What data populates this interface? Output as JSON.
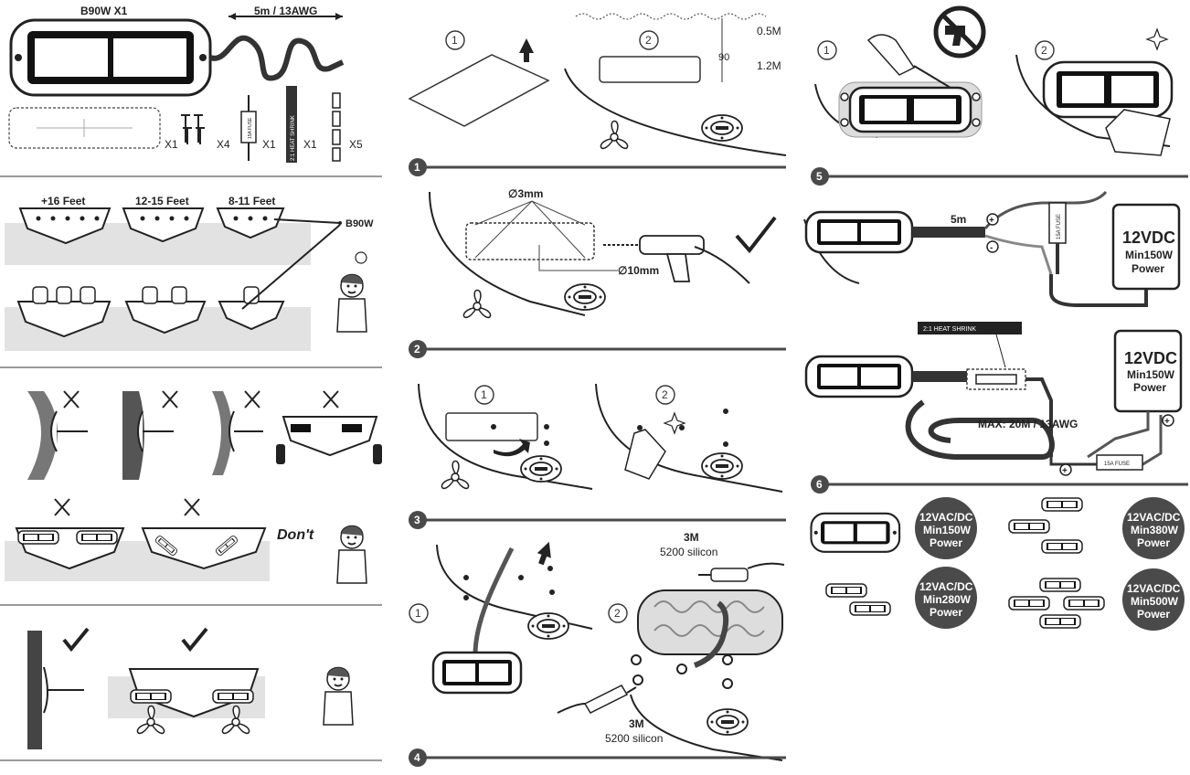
{
  "panel_left": {
    "kit": {
      "light_label": "B90W X1",
      "cable_label": "5m / 13AWG",
      "template_qty": "X1",
      "screws_qty": "X4",
      "fuse_qty": "X1",
      "fuse_text": "15A FUSE",
      "heatshrink_qty": "X1",
      "heatshrink_text": "2:1 HEAT SHRINK",
      "connectors_qty": "X5"
    },
    "spacing": {
      "labels": [
        "+16 Feet",
        "12-15 Feet",
        "8-11 Feet"
      ],
      "model": "B90W"
    },
    "dont_text": "Don't"
  },
  "panel_mid": {
    "step1": {
      "num": "1",
      "depth_top": "0.5M",
      "depth_bottom": "1.2M",
      "angle": "90"
    },
    "step2": {
      "num": "2",
      "hole_small": "∅3mm",
      "hole_large": "∅10mm"
    },
    "step3": {
      "num": "3"
    },
    "step4": {
      "num": "4",
      "sealant_top_brand": "3M",
      "sealant_top_name": "5200 silicon",
      "sealant_bottom_brand": "3M",
      "sealant_bottom_name": "5200 silicon"
    }
  },
  "panel_right": {
    "step5": {
      "num": "5"
    },
    "step6": {
      "num": "6",
      "cable_length": "5m",
      "fuse_text": "15A FUSE",
      "power1_volt": "12VDC",
      "power1_min": "Min150W",
      "power1_word": "Power",
      "heatshrink_text": "2:1 HEAT SHRINK",
      "max_run": "MAX: 20M / 13AWG",
      "power2_volt": "12VDC",
      "power2_min": "Min150W",
      "power2_word": "Power",
      "fuse2_text": "15A FUSE"
    },
    "power_table": [
      {
        "volt": "12VAC/DC",
        "min": "Min150W",
        "word": "Power"
      },
      {
        "volt": "12VAC/DC",
        "min": "Min380W",
        "word": "Power"
      },
      {
        "volt": "12VAC/DC",
        "min": "Min280W",
        "word": "Power"
      },
      {
        "volt": "12VAC/DC",
        "min": "Min500W",
        "word": "Power"
      }
    ]
  },
  "circle_labels": {
    "one": "1",
    "two": "2"
  }
}
